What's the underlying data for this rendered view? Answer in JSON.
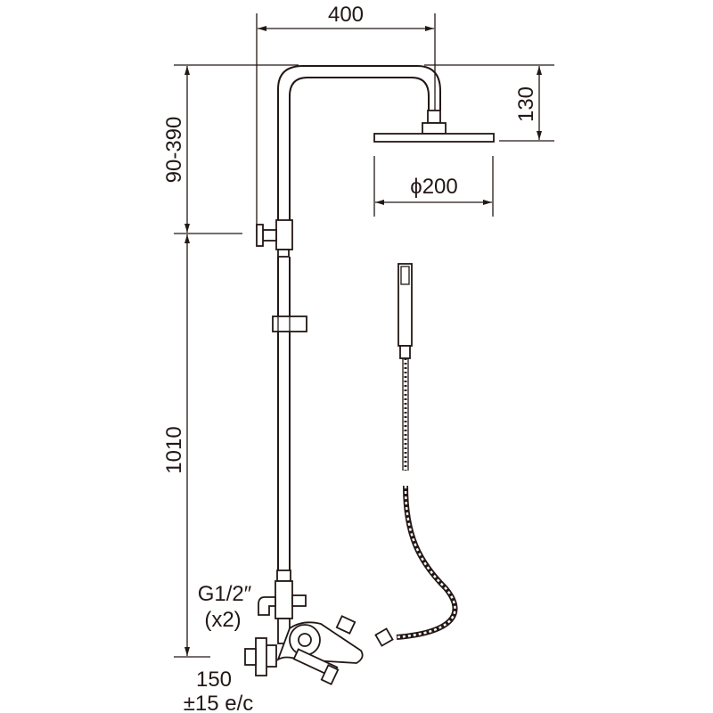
{
  "drawing": {
    "dimensions": {
      "arm_length": "400",
      "head_height": "130",
      "head_diameter": "ϕ200",
      "height_adjust": "90-390",
      "riser_height": "1010",
      "connection": "G1/2″",
      "connection_qty": "(x2)",
      "centres": "150",
      "centres_tolerance": "±15 e/c"
    },
    "line_color": "#231815"
  }
}
